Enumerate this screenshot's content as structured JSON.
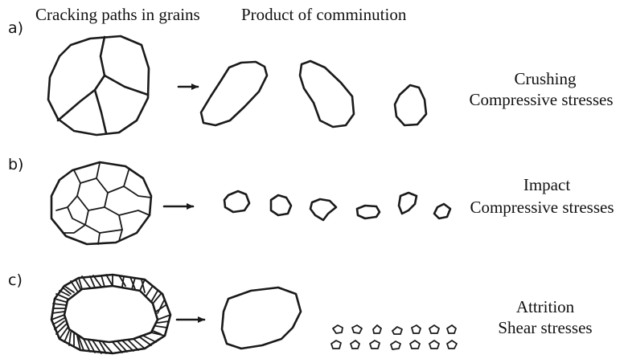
{
  "headings": {
    "left": "Cracking paths in grains",
    "right": "Product of comminution"
  },
  "rows": [
    {
      "label": "a)",
      "mechanism": "Crushing",
      "stress": "Compressive stresses"
    },
    {
      "label": "b)",
      "mechanism": "Impact",
      "stress": "Compressive stresses"
    },
    {
      "label": "c)",
      "mechanism": "Attrition",
      "stress": "Shear stresses"
    }
  ]
}
